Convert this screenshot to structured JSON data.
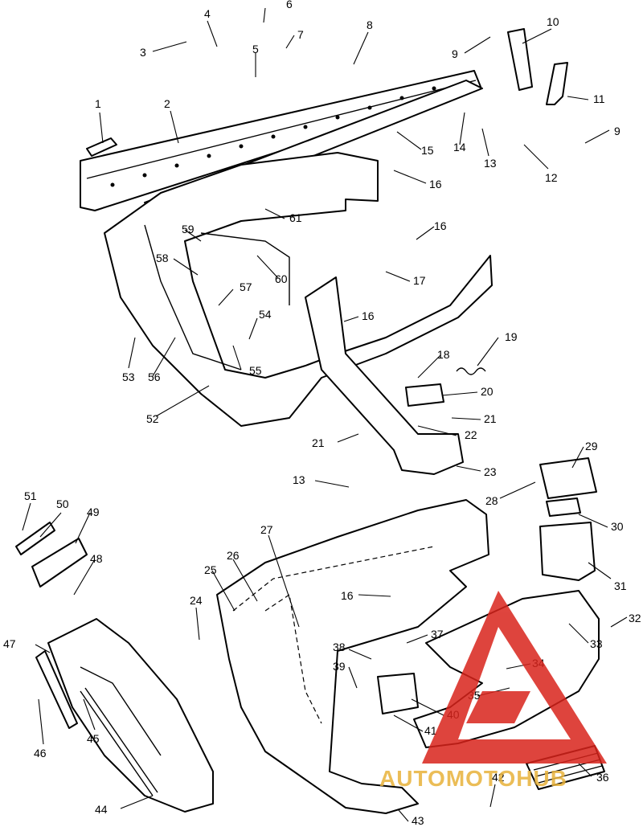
{
  "callouts": [
    "1",
    "2",
    "3",
    "4",
    "5",
    "6",
    "7",
    "8",
    "9",
    "10",
    "11",
    "9",
    "12",
    "13",
    "14",
    "15",
    "16",
    "16",
    "16",
    "16",
    "17",
    "18",
    "19",
    "20",
    "21",
    "21",
    "22",
    "23",
    "13",
    "24",
    "25",
    "26",
    "27",
    "28",
    "29",
    "30",
    "31",
    "32",
    "33",
    "34",
    "35",
    "36",
    "37",
    "38",
    "39",
    "40",
    "41",
    "42",
    "43",
    "44",
    "45",
    "46",
    "47",
    "48",
    "49",
    "50",
    "51",
    "52",
    "53",
    "54",
    "55",
    "56",
    "57",
    "58",
    "59",
    "60",
    "61"
  ],
  "watermark": {
    "text": "AUTOMOTOHUB",
    "colors": {
      "primary": "#d9241c",
      "secondary": "#e8b23a"
    }
  }
}
